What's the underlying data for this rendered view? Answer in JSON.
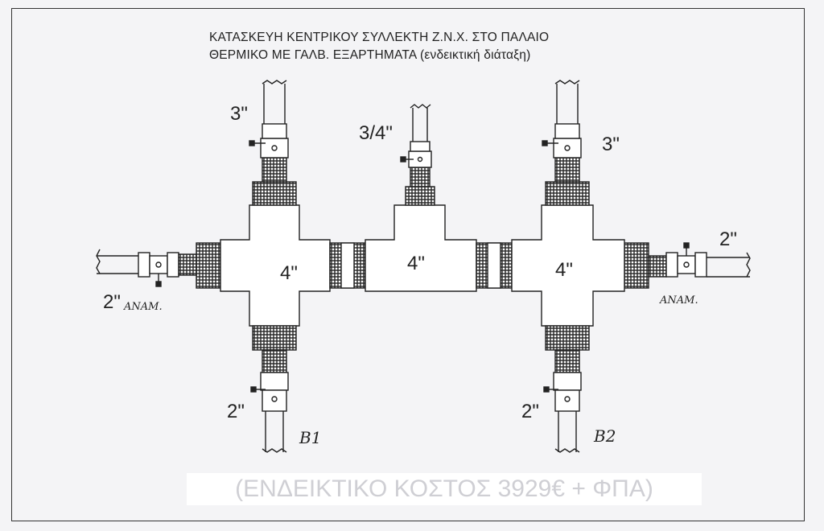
{
  "title": {
    "line1": "ΚΑΤΑΣΚΕΥΗ ΚΕΝΤΡΙΚΟΥ ΣΥΛΛΕΚΤΗ  Ζ.Ν.Χ. ΣΤΟ ΠΑΛΑΙΟ",
    "line2": "ΘΕΡΜΙΚΟ ΜΕ ΓΑΛΒ. ΕΞΑΡΤΗΜΑΤΑ (ενδεικτική διάταξη)"
  },
  "labels": {
    "left_top_size": "3\"",
    "center_top_size": "3/4\"",
    "right_top_size": "3\"",
    "left_body_size": "4\"",
    "center_body_size": "4\"",
    "right_body_size": "4\"",
    "left_side_size": "2\"",
    "left_side_note": "ΑΝΑΜ.",
    "right_side_size": "2\"",
    "right_side_note": "ΑΝΑΜ.",
    "left_bottom_size": "2\"",
    "right_bottom_size": "2\"",
    "branch_b1": "B1",
    "branch_b2": "B2"
  },
  "stamp": "(ΕΝΔΕΙΚΤΙΚΟ ΚΟΣΤΟΣ 3929€ + ΦΠΑ)"
}
